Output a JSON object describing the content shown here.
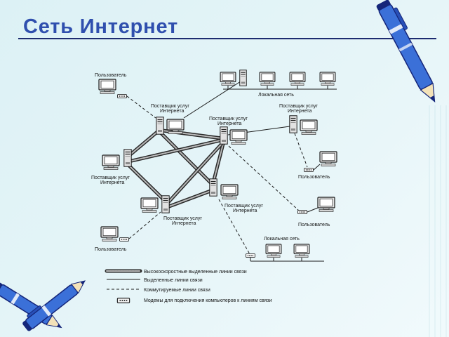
{
  "slide": {
    "title": "Сеть Интернет"
  },
  "colors": {
    "background": "#dcf1f5",
    "title": "#2f4fae",
    "rule": "#1d2c70",
    "pen": "#3b70d8",
    "pen_dark": "#15267a"
  },
  "nodes": [
    {
      "label": [
        "Пользователь"
      ]
    },
    {
      "label": [
        "Поставщик услуг",
        "Интернета"
      ]
    },
    {
      "label": [
        "Поставщик услуг",
        "Интернета"
      ]
    },
    {
      "label": [
        "Локальная сеть"
      ]
    },
    {
      "label": [
        "Поставщик услуг",
        "Интернета"
      ]
    },
    {
      "label": [
        "Поставщик услуг",
        "Интернета"
      ]
    },
    {
      "label": [
        "Пользователь"
      ]
    },
    {
      "label": [
        "Поставщик услуг",
        "Интернета"
      ]
    },
    {
      "label": [
        "Поставщик услуг",
        "Интернета"
      ]
    },
    {
      "label": [
        "Пользователь"
      ]
    },
    {
      "label": [
        "Пользователь"
      ]
    },
    {
      "label": [
        "Локальная сеть"
      ]
    }
  ],
  "legend": [
    {
      "text": "Высокоскоростные выделенные линии связи"
    },
    {
      "text": "Выделенные линии связи"
    },
    {
      "text": "Коммутируемые линии связи"
    },
    {
      "text": "Модемы для подключения компьютеров к линиям связи",
      "icon": "modem-icon"
    }
  ]
}
